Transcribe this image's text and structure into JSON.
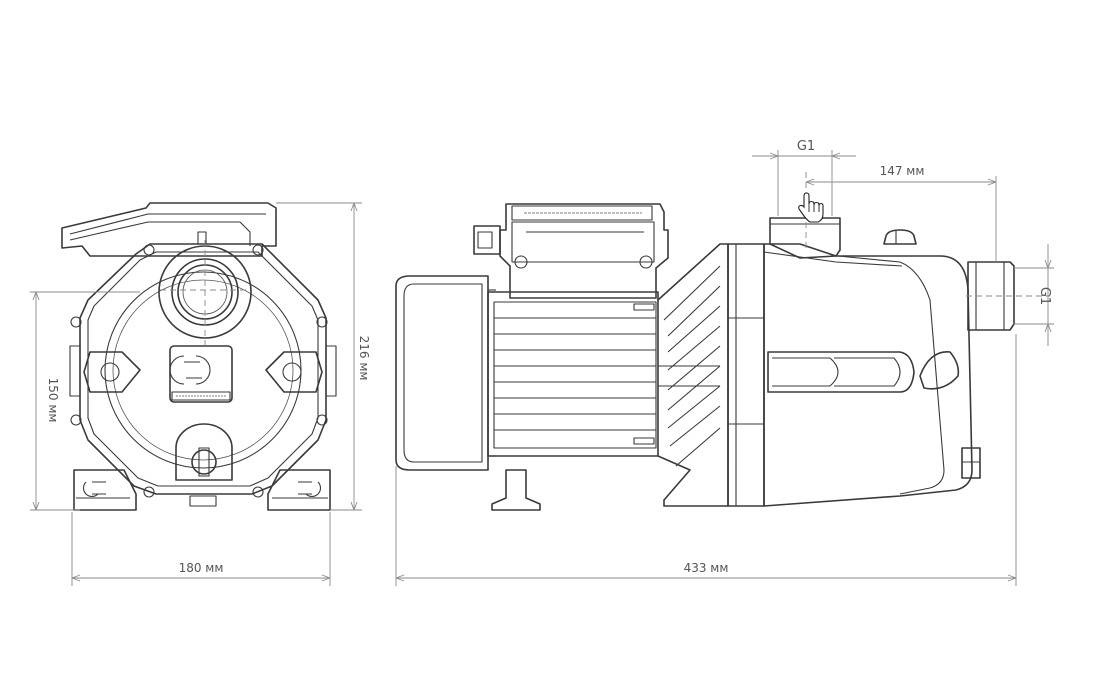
{
  "dimensions": {
    "front_width": "180 мм",
    "front_axis_height": "150 мм",
    "front_total_height": "216 мм",
    "side_length": "433 мм",
    "outlet_offset": "147 мм",
    "outlet_thread": "G1",
    "inlet_thread": "G1"
  },
  "colors": {
    "line": "#3a3a3a",
    "dimension": "#8a8a8a"
  },
  "cursor_icon": "hand-pointer"
}
